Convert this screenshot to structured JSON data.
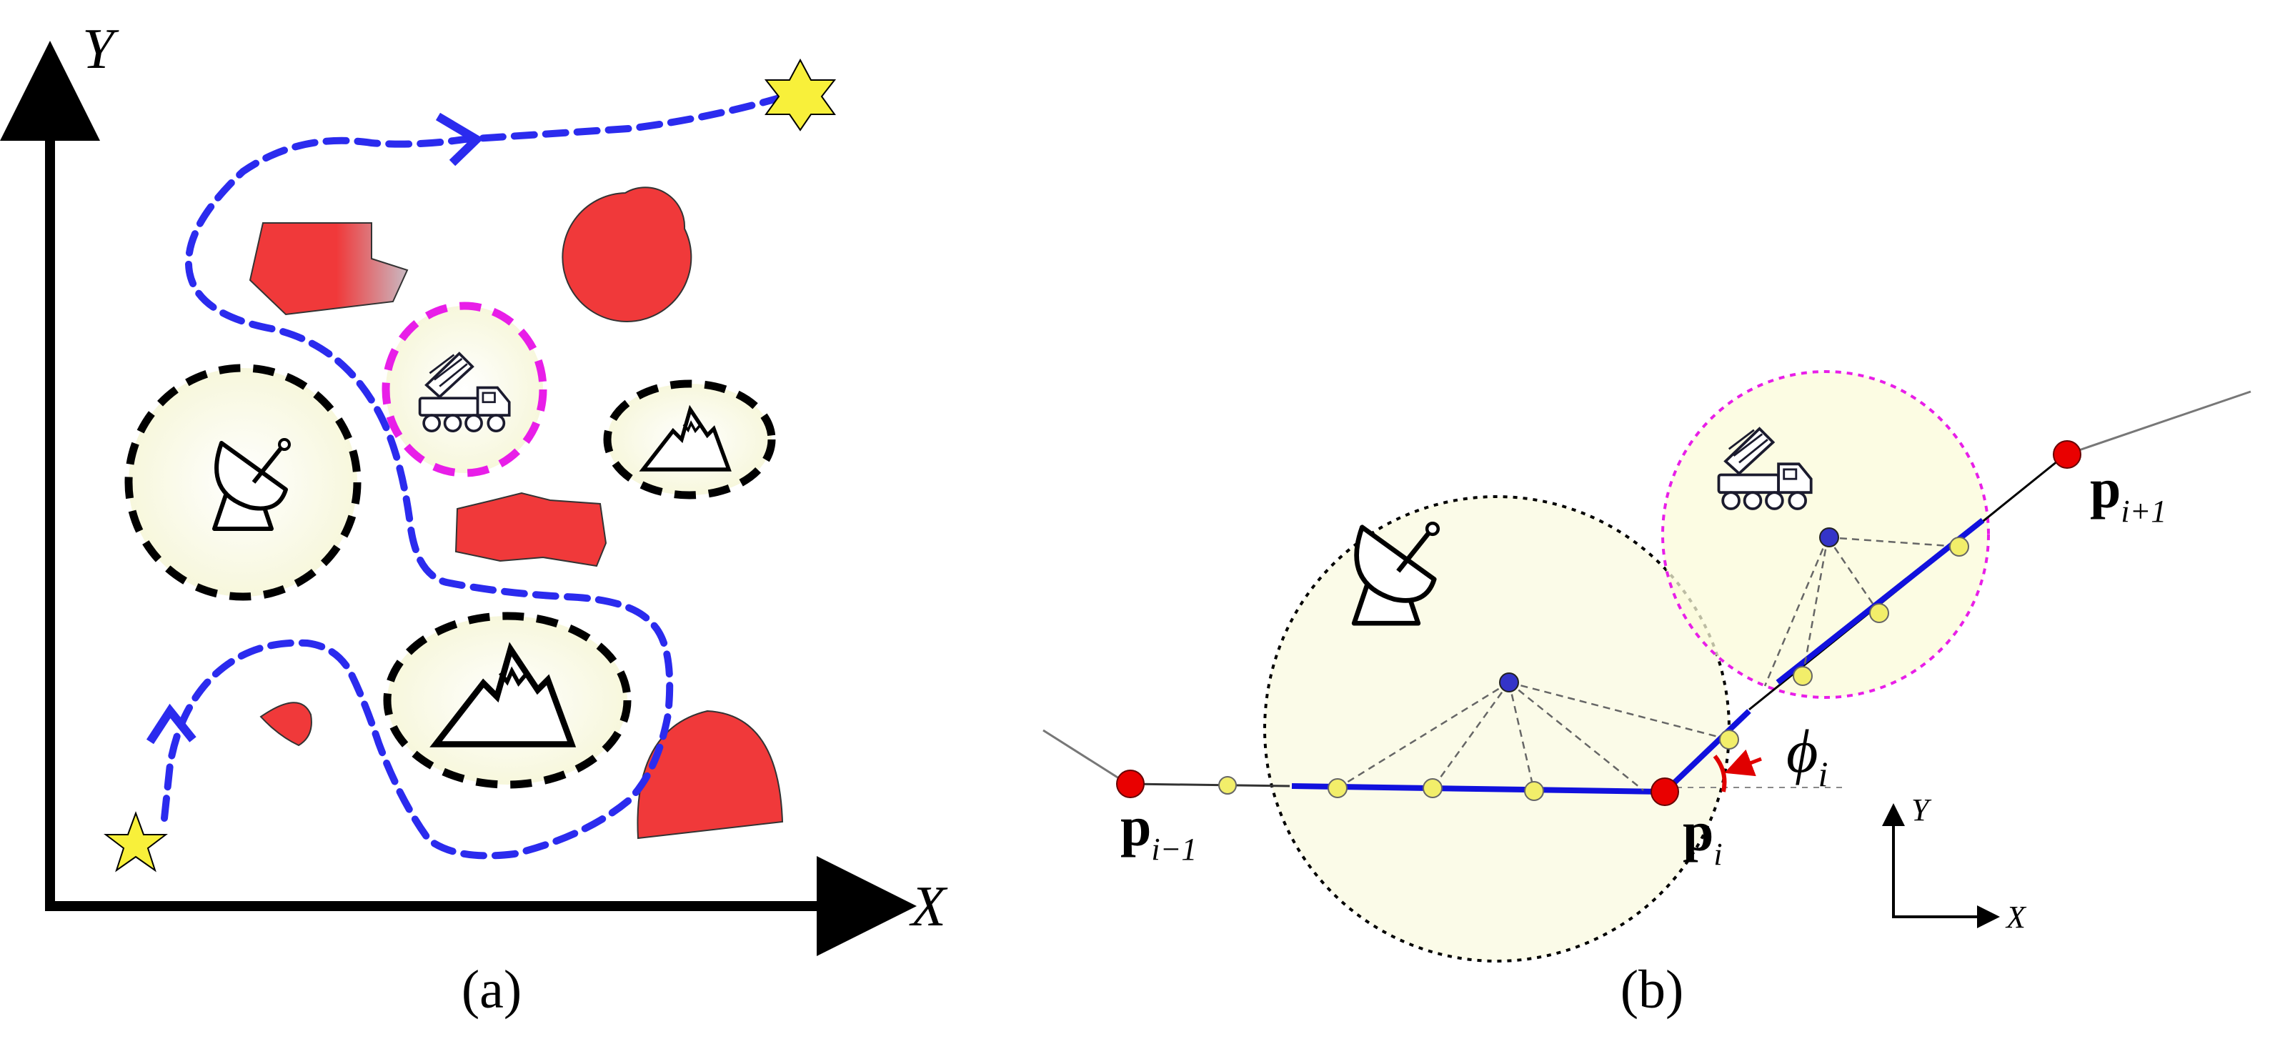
{
  "panel_a": {
    "caption": "(a)",
    "axis_x_label": "X",
    "axis_y_label": "Y",
    "path_color": "#2b2bee",
    "obstacle_color": "#f0393a",
    "threat_zone_color": "#fbfbec",
    "jammer_zone_border": "#e81ee8",
    "icons": [
      "radar-dish-icon",
      "rocket-launcher-truck-icon",
      "mountain-icon",
      "mountain-icon",
      "star-icon",
      "star-icon"
    ]
  },
  "panel_b": {
    "caption": "(b)",
    "point_prev": {
      "base": "p",
      "sub": "i−1"
    },
    "point_curr": {
      "base": "p",
      "sub": "i"
    },
    "point_next": {
      "base": "p",
      "sub": "i+1"
    },
    "angle_symbol": "ϕ",
    "angle_sub": "i",
    "axis_x_label": "X",
    "axis_y_label": "Y",
    "waypoint_color": "#e90000",
    "sample_color": "#f2ee6a",
    "center_color": "#3434c8",
    "icons": [
      "radar-dish-icon",
      "rocket-launcher-truck-icon"
    ]
  }
}
